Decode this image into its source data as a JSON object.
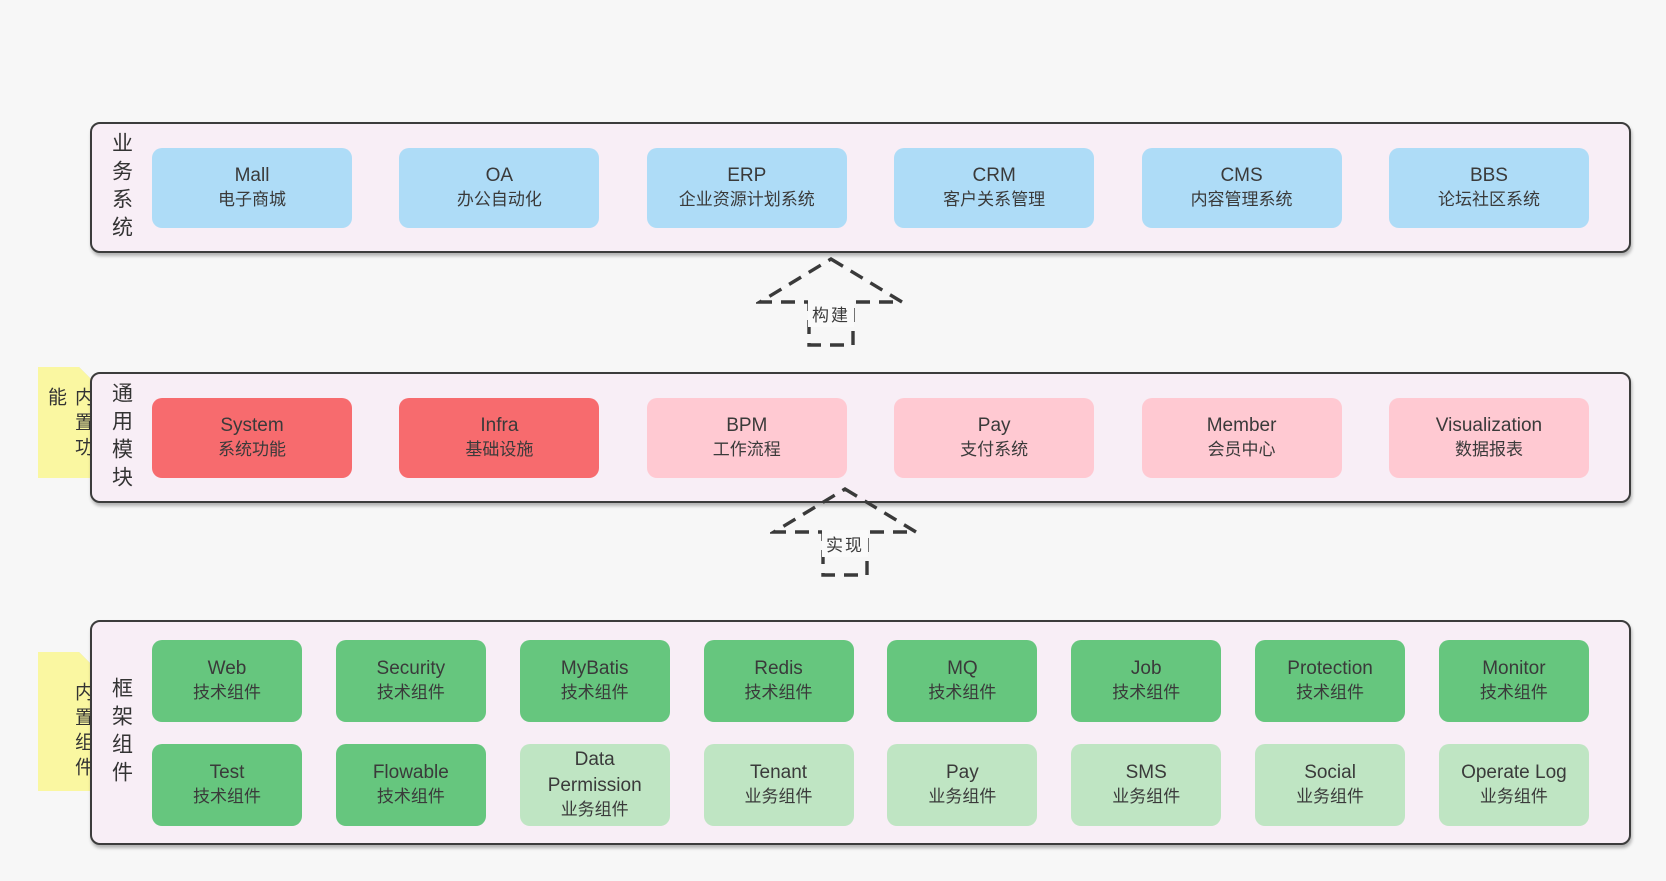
{
  "colors": {
    "page_bg": "#f7f7f7",
    "layer_bg": "#f8eef6",
    "layer_border": "#3c3c3c",
    "blue_box": "#aedcf7",
    "red_box": "#f76b6e",
    "pink_box": "#ffc9d2",
    "green_box": "#66c67e",
    "light_green_box": "#bfe5c3",
    "note_bg": "#faf7a1",
    "note_fold": "#c9c9c9",
    "text": "#3a3a3a"
  },
  "layers": {
    "business": {
      "label": "业务系统",
      "boxes": [
        {
          "title": "Mall",
          "subtitle": "电子商城"
        },
        {
          "title": "OA",
          "subtitle": "办公自动化"
        },
        {
          "title": "ERP",
          "subtitle": "企业资源计划系统"
        },
        {
          "title": "CRM",
          "subtitle": "客户关系管理"
        },
        {
          "title": "CMS",
          "subtitle": "内容管理系统"
        },
        {
          "title": "BBS",
          "subtitle": "论坛社区系统"
        }
      ]
    },
    "modules": {
      "label": "通用模块",
      "note": "内置功能",
      "boxes": [
        {
          "title": "System",
          "subtitle": "系统功能",
          "variant": "red"
        },
        {
          "title": "Infra",
          "subtitle": "基础设施",
          "variant": "red"
        },
        {
          "title": "BPM",
          "subtitle": "工作流程",
          "variant": "pink"
        },
        {
          "title": "Pay",
          "subtitle": "支付系统",
          "variant": "pink"
        },
        {
          "title": "Member",
          "subtitle": "会员中心",
          "variant": "pink"
        },
        {
          "title": "Visualization",
          "subtitle": "数据报表",
          "variant": "pink"
        }
      ]
    },
    "components": {
      "label": "框架组件",
      "note": "内置组件",
      "row1": [
        {
          "title": "Web",
          "subtitle": "技术组件",
          "variant": "green"
        },
        {
          "title": "Security",
          "subtitle": "技术组件",
          "variant": "green"
        },
        {
          "title": "MyBatis",
          "subtitle": "技术组件",
          "variant": "green"
        },
        {
          "title": "Redis",
          "subtitle": "技术组件",
          "variant": "green"
        },
        {
          "title": "MQ",
          "subtitle": "技术组件",
          "variant": "green"
        },
        {
          "title": "Job",
          "subtitle": "技术组件",
          "variant": "green"
        },
        {
          "title": "Protection",
          "subtitle": "技术组件",
          "variant": "green"
        },
        {
          "title": "Monitor",
          "subtitle": "技术组件",
          "variant": "green"
        }
      ],
      "row2": [
        {
          "title": "Test",
          "subtitle": "技术组件",
          "variant": "green"
        },
        {
          "title": "Flowable",
          "subtitle": "技术组件",
          "variant": "green"
        },
        {
          "title": "Data Permission",
          "subtitle": "业务组件",
          "variant": "lightgreen"
        },
        {
          "title": "Tenant",
          "subtitle": "业务组件",
          "variant": "lightgreen"
        },
        {
          "title": "Pay",
          "subtitle": "业务组件",
          "variant": "lightgreen"
        },
        {
          "title": "SMS",
          "subtitle": "业务组件",
          "variant": "lightgreen"
        },
        {
          "title": "Social",
          "subtitle": "业务组件",
          "variant": "lightgreen"
        },
        {
          "title": "Operate Log",
          "subtitle": "业务组件",
          "variant": "lightgreen"
        }
      ]
    }
  },
  "arrows": {
    "build": "构建",
    "implement": "实现"
  }
}
